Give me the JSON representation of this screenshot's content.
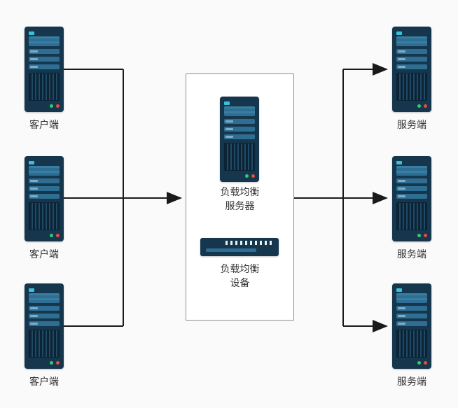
{
  "diagram": {
    "type": "load-balancing-architecture",
    "background": "#fafafa",
    "colors": {
      "tower_body": "#15364d",
      "tower_bay": "#2f6e93",
      "grille_dark": "#0b2334",
      "power_light": "#39c2d7",
      "led_green": "#2ecc71",
      "led_red": "#e74c3c",
      "arrow": "#1a1a1a",
      "box_border": "#8f8f8f",
      "label_text": "#333333"
    },
    "clients": [
      {
        "label": "客户端"
      },
      {
        "label": "客户端"
      },
      {
        "label": "客户端"
      }
    ],
    "servers": [
      {
        "label": "服务端"
      },
      {
        "label": "服务端"
      },
      {
        "label": "服务端"
      }
    ],
    "center": {
      "server_label": [
        "负载均衡",
        "服务器"
      ],
      "device_label": [
        "负载均衡",
        "设备"
      ]
    }
  }
}
